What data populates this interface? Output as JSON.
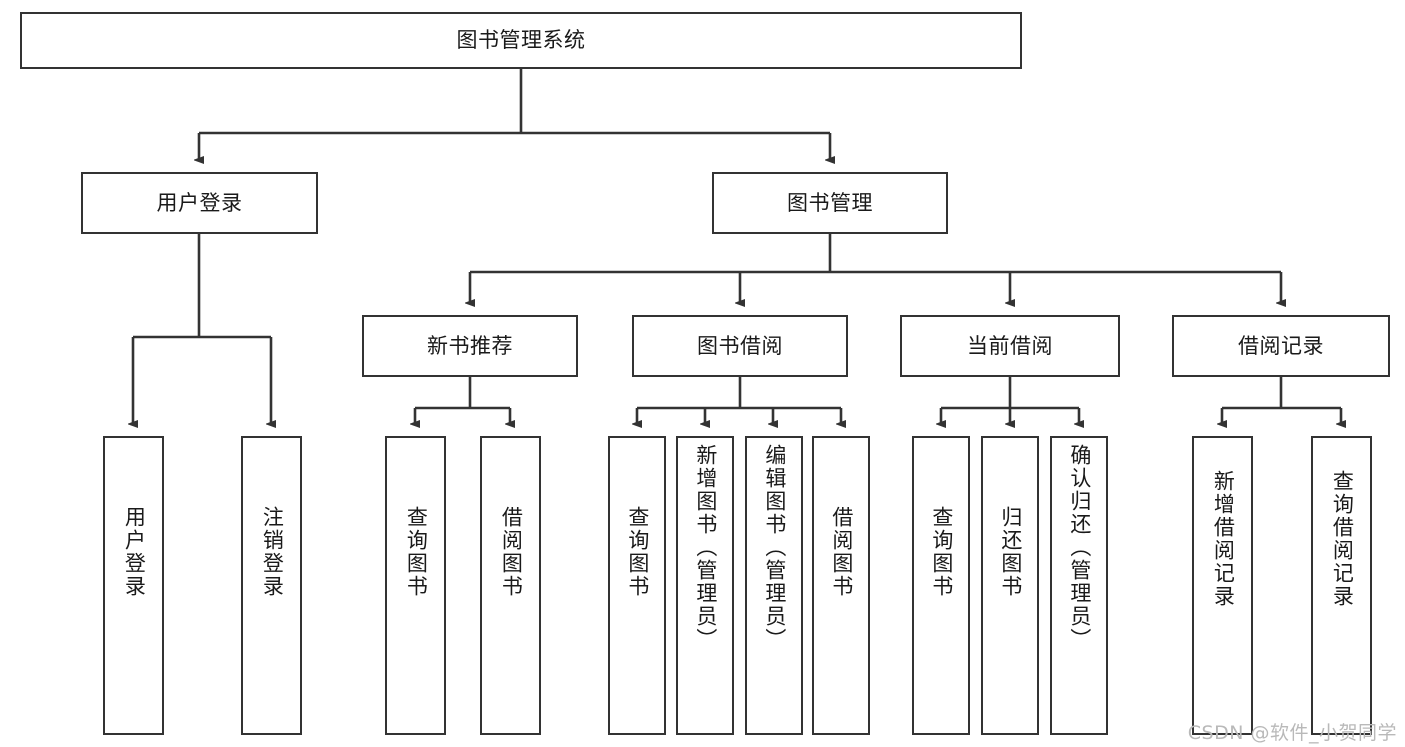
{
  "diagram": {
    "title_text": "图书管理系统",
    "watermark": "CSDN @软件_小贺同学",
    "line_color": "#333333",
    "box_border_color": "#333333",
    "background_color": "#ffffff",
    "text_color": "#1a1a1a",
    "levels": {
      "root": {
        "label": "图书管理系统"
      },
      "level2": [
        {
          "label": "用户登录"
        },
        {
          "label": "图书管理"
        }
      ],
      "level3": [
        {
          "label": "新书推荐"
        },
        {
          "label": "图书借阅"
        },
        {
          "label": "当前借阅"
        },
        {
          "label": "借阅记录"
        }
      ],
      "leaves": [
        {
          "label": "用户登录",
          "parent": "用户登录"
        },
        {
          "label": "注销登录",
          "parent": "用户登录"
        },
        {
          "label": "查询图书",
          "parent": "新书推荐"
        },
        {
          "label": "借阅图书",
          "parent": "新书推荐"
        },
        {
          "label": "查询图书",
          "parent": "图书借阅"
        },
        {
          "label": "新增图书（管理员）",
          "parent": "图书借阅"
        },
        {
          "label": "编辑图书（管理员）",
          "parent": "图书借阅"
        },
        {
          "label": "借阅图书",
          "parent": "图书借阅"
        },
        {
          "label": "查询图书",
          "parent": "当前借阅"
        },
        {
          "label": "归还图书",
          "parent": "当前借阅"
        },
        {
          "label": "确认归还（管理员）",
          "parent": "当前借阅"
        },
        {
          "label": "新增借阅记录",
          "parent": "借阅记录"
        },
        {
          "label": "查询借阅记录",
          "parent": "借阅记录"
        }
      ]
    }
  }
}
